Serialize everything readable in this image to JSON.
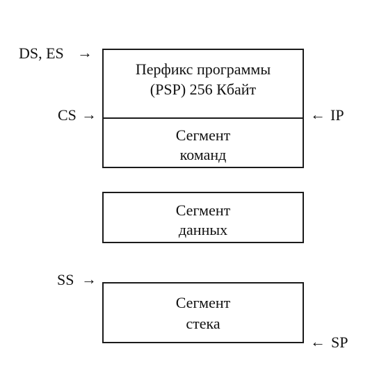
{
  "blocks": {
    "psp": {
      "line1": "Перфикс программы",
      "line2": "(PSP) 256 Кбайт"
    },
    "code": {
      "line1": "Сегмент",
      "line2": "команд"
    },
    "data": {
      "line1": "Сегмент",
      "line2": "данных"
    },
    "stack": {
      "line1": "Сегмент",
      "line2": "стека"
    }
  },
  "pointers": {
    "ds_es": "DS, ES",
    "cs": "CS",
    "ip": "IP",
    "ss": "SS",
    "sp": "SP"
  },
  "arrows": {
    "right": "→",
    "left": "←"
  }
}
